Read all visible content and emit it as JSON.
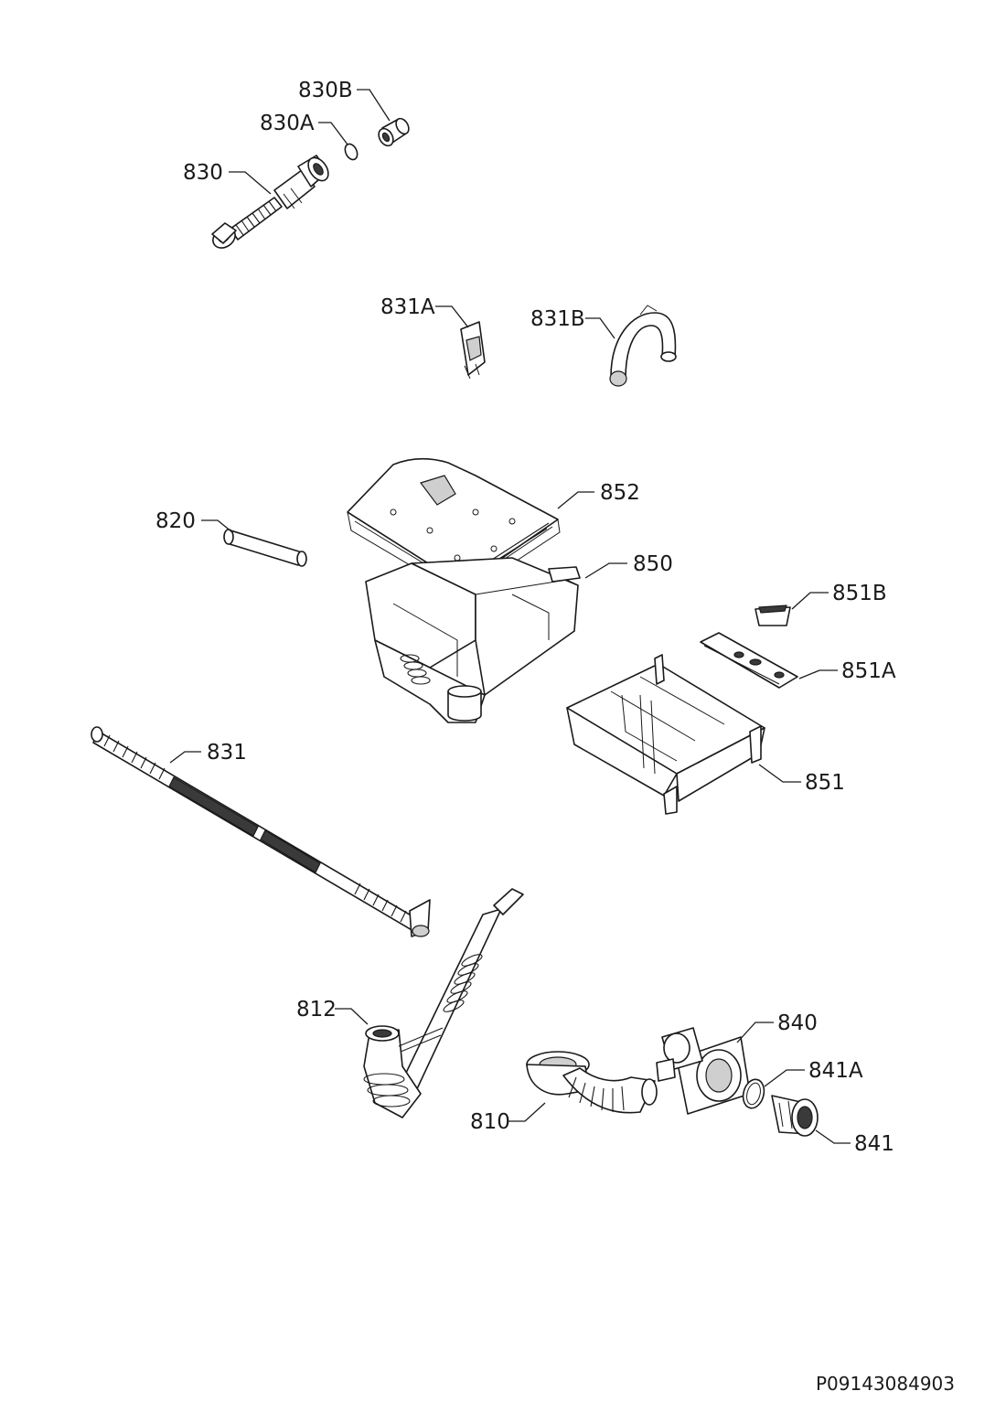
{
  "document_ref": "P09143084903",
  "labels": {
    "p830B": "830B",
    "p830A": "830A",
    "p830": "830",
    "p831A": "831A",
    "p831B": "831B",
    "p852": "852",
    "p820": "820",
    "p850": "850",
    "p851B": "851B",
    "p851A": "851A",
    "p831": "831",
    "p851": "851",
    "p812": "812",
    "p840": "840",
    "p841A": "841A",
    "p810": "810",
    "p841": "841"
  }
}
